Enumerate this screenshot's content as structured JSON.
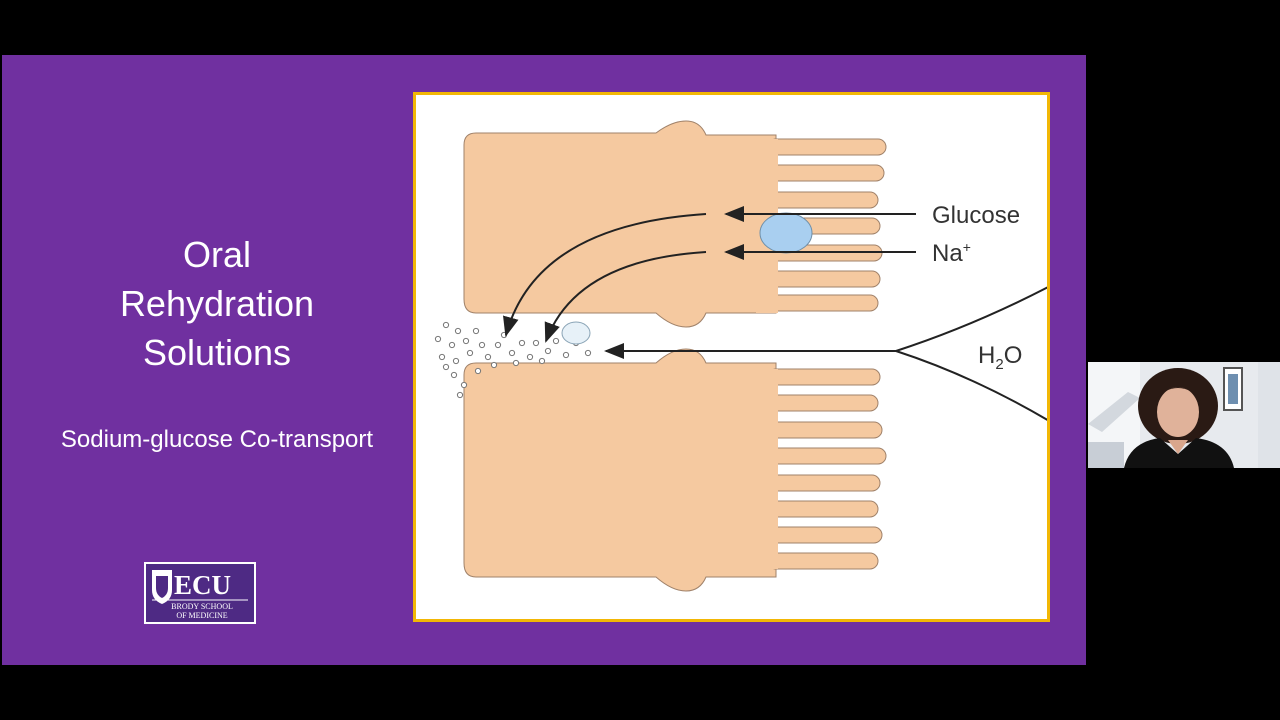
{
  "slide": {
    "title_lines": [
      "Oral",
      "Rehydration",
      "Solutions"
    ],
    "subtitle": "Sodium-glucose Co-transport"
  },
  "logo": {
    "main": "ECU",
    "sub_line1": "BRODY SCHOOL",
    "sub_line2": "OF MEDICINE"
  },
  "diagram": {
    "label_glucose": "Glucose",
    "label_sodium": "Na",
    "label_sodium_sup": "+",
    "label_water_h": "H",
    "label_water_sub": "2",
    "label_water_o": "O"
  },
  "colors": {
    "slide_bg": "#7030a0",
    "figure_border": "#f2b705",
    "cell_fill": "#f5c9a0",
    "transporter_fill": "#a9cff0"
  },
  "webcam": {
    "icon": "presenter-video"
  }
}
